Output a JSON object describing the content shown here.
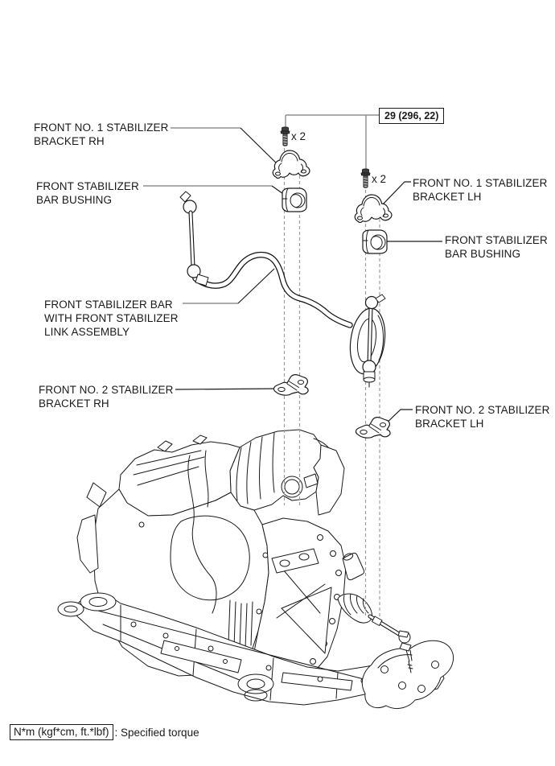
{
  "parts": {
    "front_no1_bracket_rh": "FRONT NO. 1 STABILIZER\nBRACKET RH",
    "front_stabilizer_bar_bushing_rh": "FRONT STABILIZER\nBAR BUSHING",
    "front_stabilizer_bar_assembly": "FRONT STABILIZER BAR\nWITH FRONT STABILIZER\nLINK ASSEMBLY",
    "front_no2_bracket_rh": "FRONT NO. 2 STABILIZER\nBRACKET RH",
    "front_no1_bracket_lh": "FRONT NO. 1 STABILIZER\nBRACKET LH",
    "front_stabilizer_bar_bushing_lh": "FRONT STABILIZER\nBAR BUSHING",
    "front_no2_bracket_lh": "FRONT NO. 2 STABILIZER\nBRACKET LH"
  },
  "annotations": {
    "torque_spec": "29 (296, 22)",
    "bolt_count_left": "x 2",
    "bolt_count_right": "x 2"
  },
  "legend": {
    "unit_box": "N*m (kgf*cm, ft.*lbf)",
    "description": ": Specified torque"
  },
  "colors": {
    "line": "#1a1a1a",
    "leader": "#8f8f8f",
    "dash": "#9c9c9c",
    "bg": "#ffffff"
  }
}
